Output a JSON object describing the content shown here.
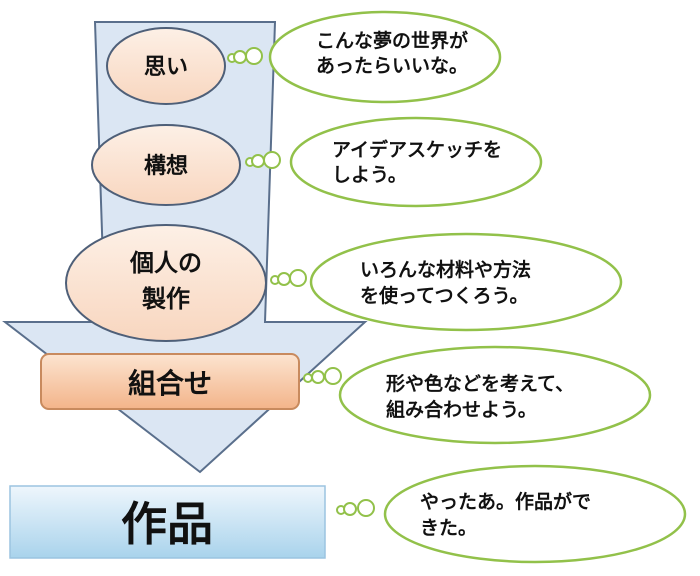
{
  "steps": [
    {
      "id": "omoi",
      "label": "思い",
      "thought": [
        "こんな夢の世界が",
        "あったらいいな。"
      ]
    },
    {
      "id": "kousou",
      "label": "構想",
      "thought": [
        "アイデアスケッチを",
        "しよう。"
      ]
    },
    {
      "id": "kojin",
      "label": [
        "個人の",
        "製作"
      ],
      "thought": [
        "いろんな材料や方法",
        "を使ってつくろう。"
      ]
    },
    {
      "id": "kumiawase",
      "label": "組合せ",
      "thought": [
        "形や色などを考えて、",
        "組み合わせよう。"
      ]
    },
    {
      "id": "sakuhin",
      "label": "作品",
      "thought": [
        "やったあ。作品がで",
        "きた。"
      ]
    }
  ],
  "colors": {
    "arrow_fill": "#dbe6f3",
    "arrow_stroke": "#5a6f8c",
    "ellipse_fill": "#fbe3d2",
    "ellipse_stroke": "#4e5f78",
    "box_fill_top": "#fce4d0",
    "box_fill_bottom": "#f3b48a",
    "box_stroke": "#c88a5e",
    "result_fill_top": "#eaf4fb",
    "result_fill_bottom": "#a9d3ec",
    "cloud_stroke": "#92c14a",
    "cloud_fill": "#ffffff"
  }
}
